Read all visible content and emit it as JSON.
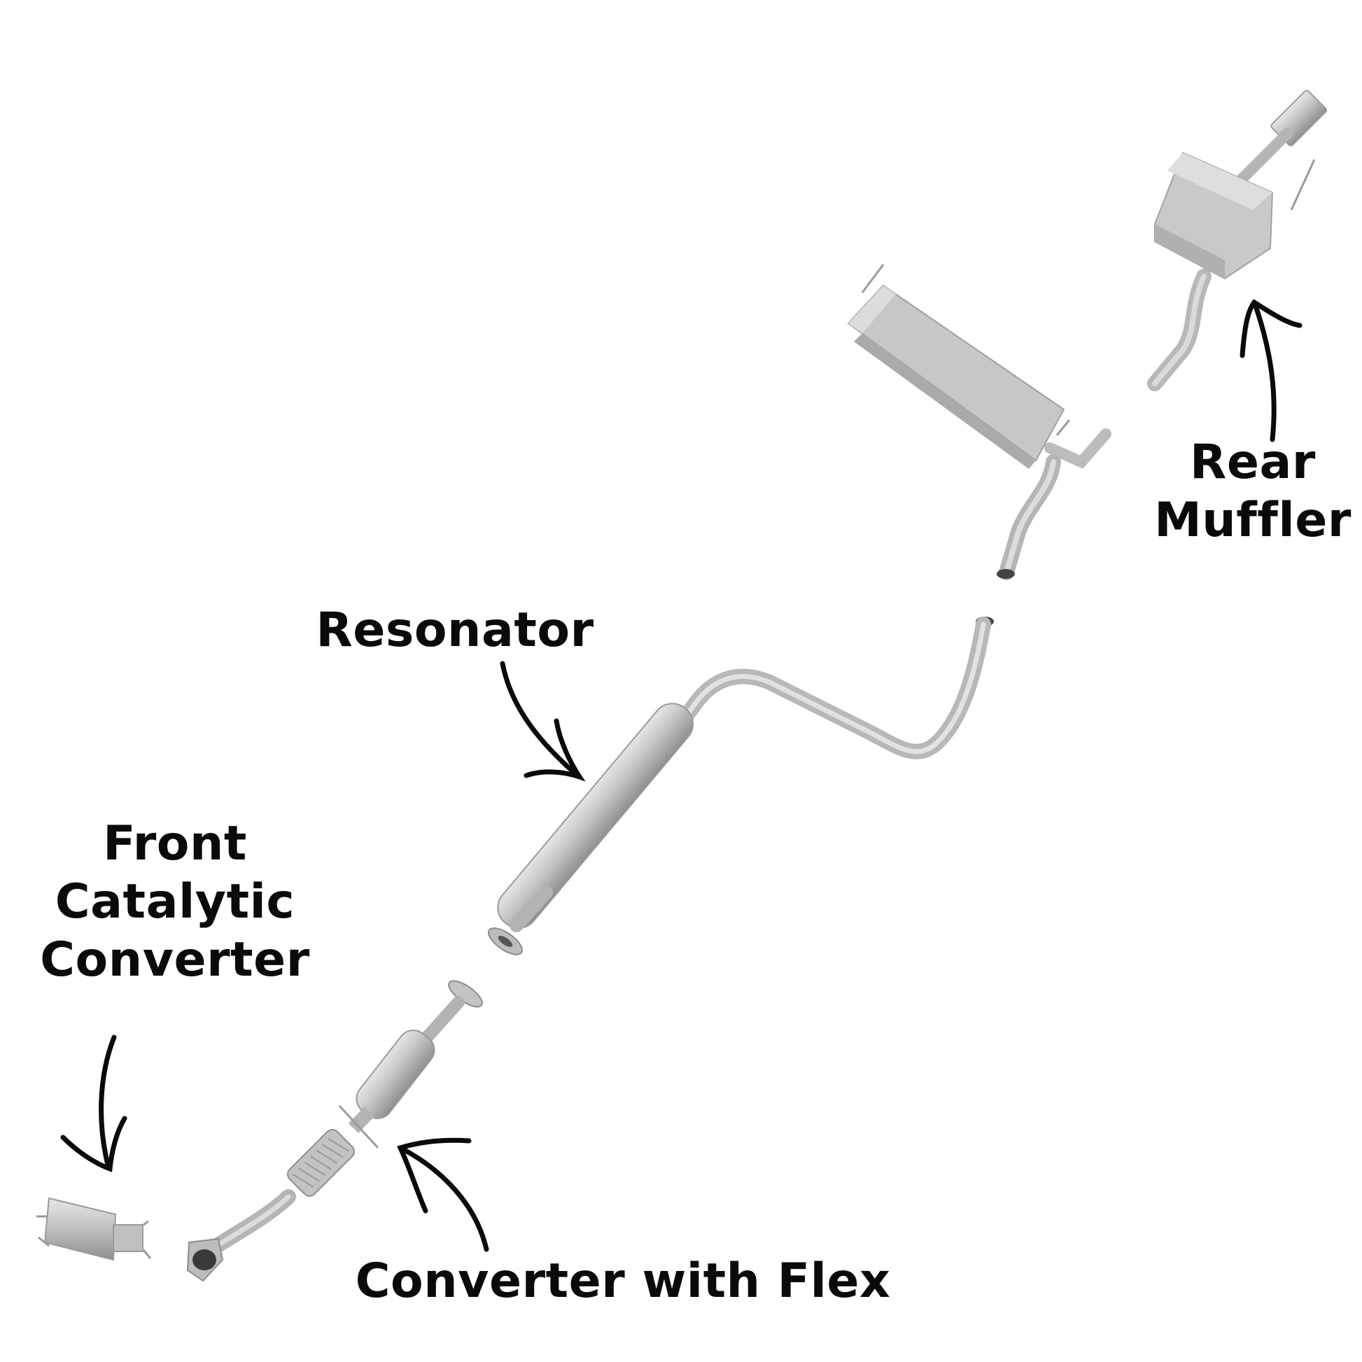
{
  "labels": {
    "rear_muffler": [
      "Rear",
      "Muffler"
    ],
    "resonator": "Resonator",
    "front_cat": [
      "Front",
      "Catalytic",
      "Converter"
    ],
    "converter_flex": "Converter with Flex"
  },
  "parts": [
    {
      "id": "rear-muffler",
      "icon": "rear-muffler-part"
    },
    {
      "id": "intermediate-muffler",
      "icon": "intermediate-muffler-part"
    },
    {
      "id": "resonator",
      "icon": "resonator-pipe-part"
    },
    {
      "id": "converter-with-flex",
      "icon": "converter-flex-pipe-part"
    },
    {
      "id": "front-catalytic-converter",
      "icon": "front-cat-converter-part"
    }
  ],
  "colors": {
    "metal_light": "#d4d4d4",
    "metal_mid": "#b3b3b3",
    "metal_dark": "#8a8a8a",
    "text": "#0a0a0a",
    "arrow": "#0a0a0a"
  }
}
